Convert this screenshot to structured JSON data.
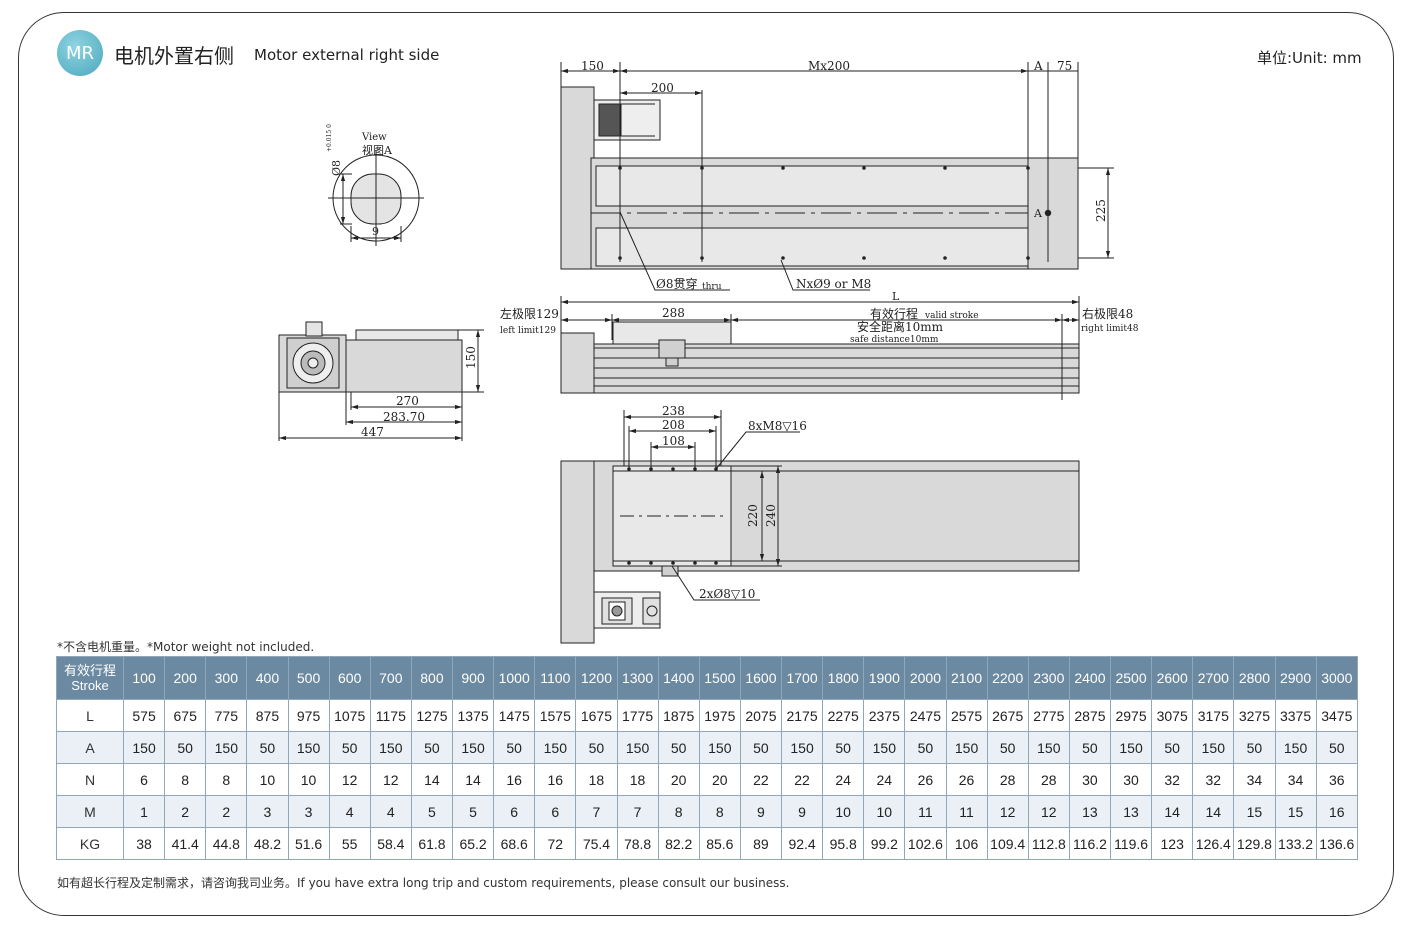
{
  "header": {
    "badge": "MR",
    "title_cn": "电机外置右侧",
    "title_en": "Motor external right side",
    "unit": "单位:Unit: mm"
  },
  "drawing": {
    "top_view": {
      "dim_150": "150",
      "dim_mx200": "Mx200",
      "dim_a": "A",
      "dim_75": "75",
      "dim_200": "200",
      "dim_225": "225",
      "hole_label": "Ø8贯穿",
      "hole_label_en": "thru",
      "screw_label": "NxØ9 or M8",
      "view_mark": "A"
    },
    "view_a": {
      "title_en": "View",
      "title_cn": "视图A",
      "dim_d8": "Ø8",
      "tolerance": "+0.015 0",
      "dim_9": "9"
    },
    "side_view": {
      "dim_l": "L",
      "left_limit_cn": "左极限129",
      "left_limit_en": "left limit129",
      "dim_288": "288",
      "stroke_cn": "有效行程",
      "stroke_en": "valid stroke",
      "safe_cn": "安全距离10mm",
      "safe_en": "safe distance10mm",
      "right_limit_cn": "右极限48",
      "right_limit_en": "right limit48"
    },
    "end_view": {
      "dim_150": "150",
      "dim_270": "270",
      "dim_283": "283.70",
      "dim_447": "447"
    },
    "carriage_view": {
      "dim_238": "238",
      "dim_208": "208",
      "dim_108": "108",
      "thread_label": "8xM8▽16",
      "dim_220": "220",
      "dim_240": "240",
      "pin_label": "2xØ8▽10"
    }
  },
  "note": "*不含电机重量。*Motor weight not included.",
  "table": {
    "header_cn": "有效行程",
    "header_en": "Stroke",
    "strokes": [
      "100",
      "200",
      "300",
      "400",
      "500",
      "600",
      "700",
      "800",
      "900",
      "1000",
      "1100",
      "1200",
      "1300",
      "1400",
      "1500",
      "1600",
      "1700",
      "1800",
      "1900",
      "2000",
      "2100",
      "2200",
      "2300",
      "2400",
      "2500",
      "2600",
      "2700",
      "2800",
      "2900",
      "3000"
    ],
    "rows": [
      {
        "label": "L",
        "values": [
          "575",
          "675",
          "775",
          "875",
          "975",
          "1075",
          "1175",
          "1275",
          "1375",
          "1475",
          "1575",
          "1675",
          "1775",
          "1875",
          "1975",
          "2075",
          "2175",
          "2275",
          "2375",
          "2475",
          "2575",
          "2675",
          "2775",
          "2875",
          "2975",
          "3075",
          "3175",
          "3275",
          "3375",
          "3475"
        ]
      },
      {
        "label": "A",
        "values": [
          "150",
          "50",
          "150",
          "50",
          "150",
          "50",
          "150",
          "50",
          "150",
          "50",
          "150",
          "50",
          "150",
          "50",
          "150",
          "50",
          "150",
          "50",
          "150",
          "50",
          "150",
          "50",
          "150",
          "50",
          "150",
          "50",
          "150",
          "50",
          "150",
          "50"
        ]
      },
      {
        "label": "N",
        "values": [
          "6",
          "8",
          "8",
          "10",
          "10",
          "12",
          "12",
          "14",
          "14",
          "16",
          "16",
          "18",
          "18",
          "20",
          "20",
          "22",
          "22",
          "24",
          "24",
          "26",
          "26",
          "28",
          "28",
          "30",
          "30",
          "32",
          "32",
          "34",
          "34",
          "36"
        ]
      },
      {
        "label": "M",
        "values": [
          "1",
          "2",
          "2",
          "3",
          "3",
          "4",
          "4",
          "5",
          "5",
          "6",
          "6",
          "7",
          "7",
          "8",
          "8",
          "9",
          "9",
          "10",
          "10",
          "11",
          "11",
          "12",
          "12",
          "13",
          "13",
          "14",
          "14",
          "15",
          "15",
          "16"
        ]
      },
      {
        "label": "KG",
        "values": [
          "38",
          "41.4",
          "44.8",
          "48.2",
          "51.6",
          "55",
          "58.4",
          "61.8",
          "65.2",
          "68.6",
          "72",
          "75.4",
          "78.8",
          "82.2",
          "85.6",
          "89",
          "92.4",
          "95.8",
          "99.2",
          "102.6",
          "106",
          "109.4",
          "112.8",
          "116.2",
          "119.6",
          "123",
          "126.4",
          "129.8",
          "133.2",
          "136.6"
        ]
      }
    ]
  },
  "footer": "如有超长行程及定制需求，请咨询我司业务。If you have extra long trip and custom requirements, please consult our business."
}
